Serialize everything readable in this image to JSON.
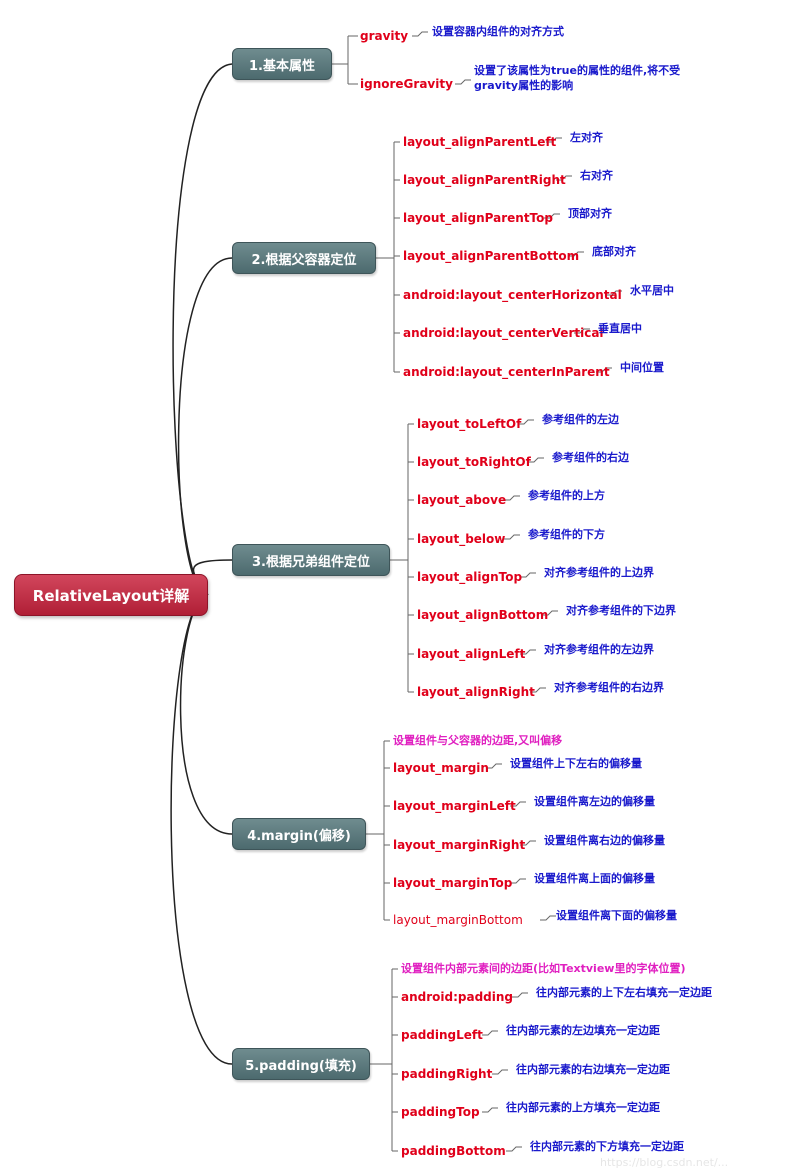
{
  "root": {
    "label": "RelativeLayout详解"
  },
  "branches": [
    {
      "label": "1.基本属性",
      "items": [
        {
          "name": "gravity",
          "desc": "设置容器内组件的对齐方式"
        },
        {
          "name": "ignoreGravity",
          "desc": "设置了该属性为true的属性的组件,将不受",
          "desc2": "gravity属性的影响"
        }
      ]
    },
    {
      "label": "2.根据父容器定位",
      "items": [
        {
          "name": "layout_alignParentLeft",
          "desc": "左对齐"
        },
        {
          "name": "layout_alignParentRight",
          "desc": "右对齐"
        },
        {
          "name": "layout_alignParentTop",
          "desc": "顶部对齐"
        },
        {
          "name": "layout_alignParentBottom",
          "desc": "底部对齐"
        },
        {
          "name": "android:layout_centerHorizontal",
          "desc": "水平居中"
        },
        {
          "name": "android:layout_centerVertical",
          "desc": "垂直居中"
        },
        {
          "name": "android:layout_centerInParent",
          "desc": "中间位置"
        }
      ]
    },
    {
      "label": "3.根据兄弟组件定位",
      "items": [
        {
          "name": "layout_toLeftOf",
          "desc": "参考组件的左边"
        },
        {
          "name": "layout_toRightOf",
          "desc": "参考组件的右边"
        },
        {
          "name": "layout_above",
          "desc": "参考组件的上方"
        },
        {
          "name": "layout_below",
          "desc": "参考组件的下方"
        },
        {
          "name": "layout_alignTop",
          "desc": "对齐参考组件的上边界"
        },
        {
          "name": "layout_alignBottom",
          "desc": "对齐参考组件的下边界"
        },
        {
          "name": "layout_alignLeft",
          "desc": "对齐参考组件的左边界"
        },
        {
          "name": "layout_alignRight",
          "desc": "对齐参考组件的右边界"
        }
      ]
    },
    {
      "label": "4.margin(偏移)",
      "note": "设置组件与父容器的边距,又叫偏移",
      "items": [
        {
          "name": "layout_margin",
          "desc": "设置组件上下左右的偏移量"
        },
        {
          "name": "layout_marginLeft",
          "desc": "设置组件离左边的偏移量"
        },
        {
          "name": "layout_marginRight",
          "desc": "设置组件离右边的偏移量"
        },
        {
          "name": "layout_marginTop",
          "desc": "设置组件离上面的偏移量"
        },
        {
          "name": "layout_marginBottom",
          "desc": "设置组件离下面的偏移量"
        }
      ]
    },
    {
      "label": "5.padding(填充)",
      "note": "设置组件内部元素间的边距(比如Textview里的字体位置)",
      "items": [
        {
          "name": "android:padding",
          "desc": "往内部元素的上下左右填充一定边距"
        },
        {
          "name": "paddingLeft",
          "desc": "往内部元素的左边填充一定边距"
        },
        {
          "name": "paddingRight",
          "desc": "往内部元素的右边填充一定边距"
        },
        {
          "name": "paddingTop",
          "desc": "往内部元素的上方填充一定边距"
        },
        {
          "name": "paddingBottom",
          "desc": "往内部元素的下方填充一定边距"
        }
      ]
    }
  ],
  "watermark": "https://blog.csdn.net/..."
}
